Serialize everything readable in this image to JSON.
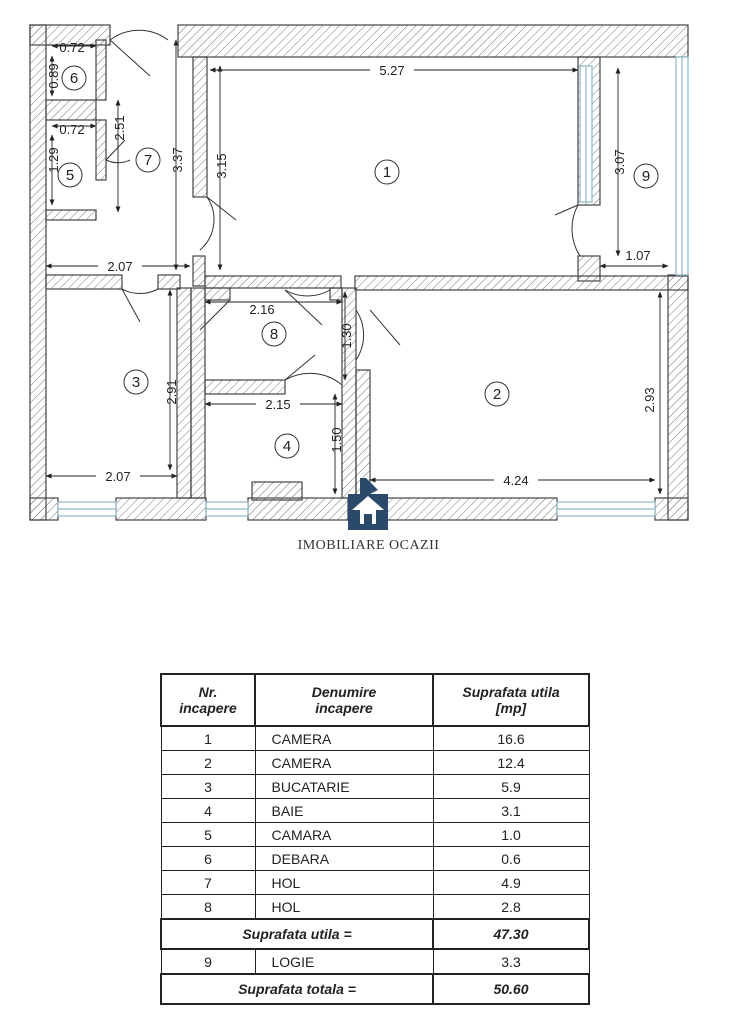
{
  "rooms": [
    {
      "id": "room-1",
      "number": "1"
    },
    {
      "id": "room-2",
      "number": "2"
    },
    {
      "id": "room-3",
      "number": "3"
    },
    {
      "id": "room-4",
      "number": "4"
    },
    {
      "id": "room-5",
      "number": "5"
    },
    {
      "id": "room-6",
      "number": "6"
    },
    {
      "id": "room-7",
      "number": "7"
    },
    {
      "id": "room-8",
      "number": "8"
    },
    {
      "id": "room-9",
      "number": "9"
    }
  ],
  "dimensions": {
    "d_072_a": "0.72",
    "d_089": "0.89",
    "d_072_b": "0.72",
    "d_129": "1.29",
    "d_251": "2.51",
    "d_337": "3.37",
    "d_315": "3.15",
    "d_527": "5.27",
    "d_307": "3.07",
    "d_107": "1.07",
    "d_207_a": "2.07",
    "d_216": "2.16",
    "d_130": "1.30",
    "d_291": "2.91",
    "d_215": "2.15",
    "d_150": "1.50",
    "d_207_b": "2.07",
    "d_293": "2.93",
    "d_424": "4.24"
  },
  "brand": {
    "name": "IMOBILIARE OCAZII"
  },
  "table": {
    "headers": {
      "nr_line1": "Nr.",
      "nr_line2": "incapere",
      "name_line1": "Denumire",
      "name_line2": "incapere",
      "area_line1": "Suprafata utila",
      "area_line2": "[mp]"
    },
    "rows": [
      {
        "nr": "1",
        "name": "CAMERA",
        "area": "16.6"
      },
      {
        "nr": "2",
        "name": "CAMERA",
        "area": "12.4"
      },
      {
        "nr": "3",
        "name": "BUCATARIE",
        "area": "5.9"
      },
      {
        "nr": "4",
        "name": "BAIE",
        "area": "3.1"
      },
      {
        "nr": "5",
        "name": "CAMARA",
        "area": "1.0"
      },
      {
        "nr": "6",
        "name": "DEBARA",
        "area": "0.6"
      },
      {
        "nr": "7",
        "name": "HOL",
        "area": "4.9"
      },
      {
        "nr": "8",
        "name": "HOL",
        "area": "2.8"
      }
    ],
    "useful_total": {
      "label": "Suprafata utila =",
      "value": "47.30"
    },
    "extra_row": {
      "nr": "9",
      "name": "LOGIE",
      "area": "3.3"
    },
    "grand_total": {
      "label": "Suprafata totala =",
      "value": "50.60"
    }
  },
  "colors": {
    "wall_hatch": "#555555",
    "window": "#8fb8cc",
    "logo": "#2b4a6b"
  }
}
